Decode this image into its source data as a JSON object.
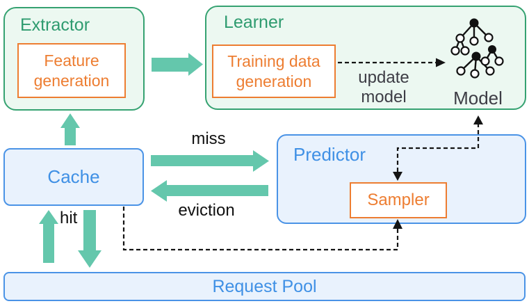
{
  "boxes": {
    "extractor": {
      "title": "Extractor",
      "inner": "Feature generation"
    },
    "learner": {
      "title": "Learner",
      "inner": "Training data generation"
    },
    "cache": {
      "title": "Cache"
    },
    "predictor": {
      "title": "Predictor",
      "inner": "Sampler"
    },
    "request_pool": {
      "title": "Request Pool"
    }
  },
  "labels": {
    "miss": "miss",
    "eviction": "eviction",
    "hit": "hit",
    "update_model": "update model",
    "model": "Model"
  },
  "icons": {
    "model_icon": "model-tree-icon"
  },
  "colors": {
    "green_border": "#35a271",
    "green_fill": "#ecf8f1",
    "green_text": "#2e9b6f",
    "blue_border": "#4a93e6",
    "blue_fill": "#e9f2fd",
    "blue_text": "#3f90e5",
    "orange": "#ed7d31",
    "teal": "#64c7ac",
    "dash": "#141414",
    "label": "#111111",
    "model_text": "#3d3d45"
  }
}
